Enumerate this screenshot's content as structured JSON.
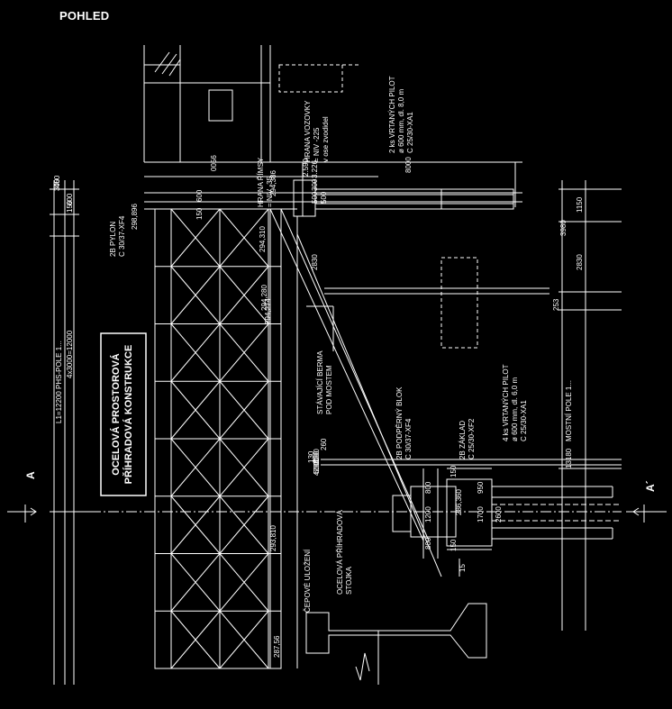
{
  "title": "POHLED",
  "structure_box": [
    "OCELOVÁ PROSTOROVÁ",
    "PŘÍHRADOVÁ KONSTRUKCE"
  ],
  "section_marks": [
    "A",
    "A´"
  ],
  "labels": {
    "pylon": [
      "2B PYLON",
      "C 30/37-XF4"
    ],
    "pylon_level": "298,896",
    "rimsa": [
      "HRANA ŘÍMSY",
      "= NIV -35"
    ],
    "vozovka": [
      "HRANA VOZOVKY",
      "= NIV -225",
      "v ose zvodidel"
    ],
    "piles_top": [
      "2 ks VRTANÝCH PILOT",
      "ø 600 mm, dl. 8,0 m",
      "C 25/30-XA1"
    ],
    "berma": [
      "STÁVAJÍCÍ BERMA",
      "POD MOSTEM"
    ],
    "podporny_blok": [
      "2B PODPĚRNÝ BLOK",
      "C 30/37-XF4"
    ],
    "zaklad": [
      "2B ZÁKLAD",
      "C 25/30-XF2"
    ],
    "piles_bottom": [
      "4 ks VRTANÝCH PILOT",
      "ø 600 mm, dl. 6,0 m",
      "C 25/30-XA1"
    ],
    "cepove": "ČEPOVÉ ULOŽENÍ",
    "stojka": [
      "OCELOVÁ PŘÍHRADOVÁ",
      "STOJKA"
    ],
    "left_dims": [
      "L1=12200  PHS-POLE 1...",
      "4x3000=12000"
    ],
    "right_dims": [
      "MOSTNÍ POLE 1...",
      "13180"
    ],
    "levels": [
      "294,386",
      "294,310",
      "294,274",
      "294,280",
      "293,810",
      "286,360",
      "287,56"
    ],
    "dims_top": [
      "450",
      "300",
      "150",
      "600",
      "150",
      "600",
      "8000",
      "0056",
      "3.226",
      "2.590",
      "300",
      "500",
      "500",
      "2830",
      "1150",
      "3980",
      "2830",
      "253"
    ],
    "dims_mid": [
      "260",
      "130",
      "4200",
      "2000",
      "200",
      "6000",
      "800",
      "1200",
      "800",
      "950",
      "1700",
      "2600",
      "150",
      "150"
    ],
    "dim_15": "15"
  },
  "colors": {
    "line": "#ffffff",
    "background": "#000000"
  }
}
